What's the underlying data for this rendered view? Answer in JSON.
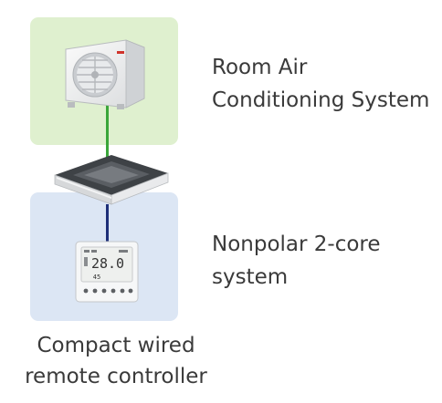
{
  "labels": {
    "system": [
      "Room Air",
      "Conditioning System"
    ],
    "wiring": [
      "Nonpolar 2-core",
      "system"
    ],
    "controller": [
      "Compact wired",
      "remote controller"
    ]
  },
  "remote_display": {
    "temperature": "28.0",
    "time": "45"
  },
  "colors": {
    "outdoor_panel": "#dff0cf",
    "controller_panel": "#dce6f4",
    "refrigerant_line": "#3aa63a",
    "control_wire": "#1e2f78",
    "brand_logo": "#d0342c"
  },
  "icons": [
    "outdoor-unit-icon",
    "cassette-unit-icon",
    "remote-controller-icon"
  ]
}
